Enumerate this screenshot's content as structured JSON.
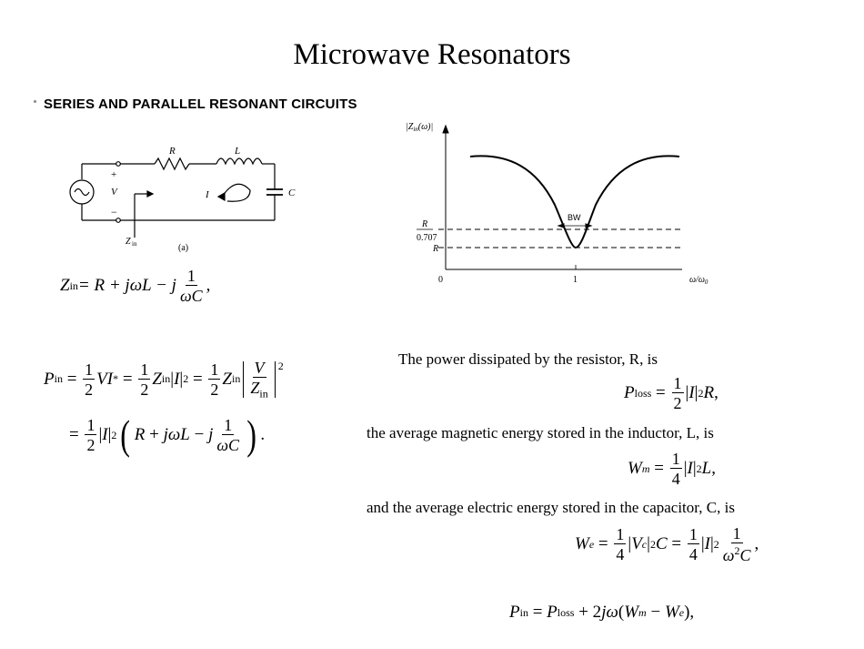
{
  "page": {
    "title": "Microwave Resonators",
    "section_heading": "SERIES AND PARALLEL RESONANT CIRCUITS"
  },
  "circuit": {
    "label_R": "R",
    "label_L": "L",
    "label_C": "C",
    "label_V": "V",
    "label_I": "I",
    "label_plus": "+",
    "label_minus": "−",
    "label_Zin": "Z",
    "label_Zin_sub": "in",
    "caption": "(a)"
  },
  "plot": {
    "ylabel": "|Z",
    "ylabel_sub": "in",
    "ylabel_tail": "(ω)|",
    "xlabel": "ω/ω",
    "xlabel_sub": "0",
    "bw_label": "BW",
    "tick_R_over": "R",
    "tick_0707": "0.707",
    "tick_R": "R",
    "tick_zero": "0",
    "tick_one": "1"
  },
  "text": {
    "power_resistor": "The power dissipated by the resistor, R, is",
    "magnetic_energy": "the average magnetic energy stored in the inductor, L, is",
    "electric_energy": "and the average electric energy stored in the capacitor, C, is"
  },
  "equations": {
    "zin_lhs": "Z",
    "zin_body": " = R + jωL − j",
    "pin_lhs": "P",
    "ploss_lhs": "P",
    "wm_lhs": "W",
    "we_lhs": "W",
    "final": "P"
  }
}
